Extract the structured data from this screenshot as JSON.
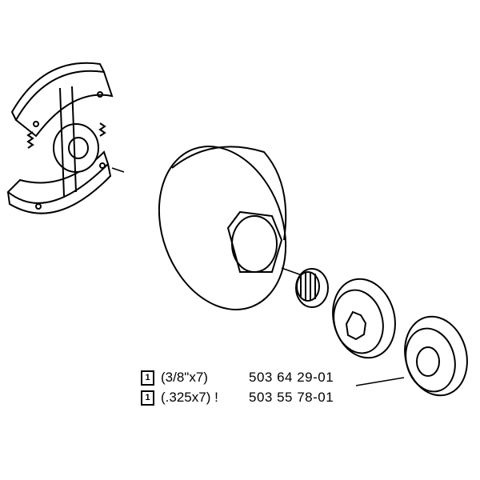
{
  "parts": [
    {
      "qty": "1",
      "spec": "(3/8\"x7)",
      "part_number": "503 64 29-01"
    },
    {
      "qty": "1",
      "spec": "(.325x7) !",
      "part_number": "503 55 78-01"
    }
  ]
}
